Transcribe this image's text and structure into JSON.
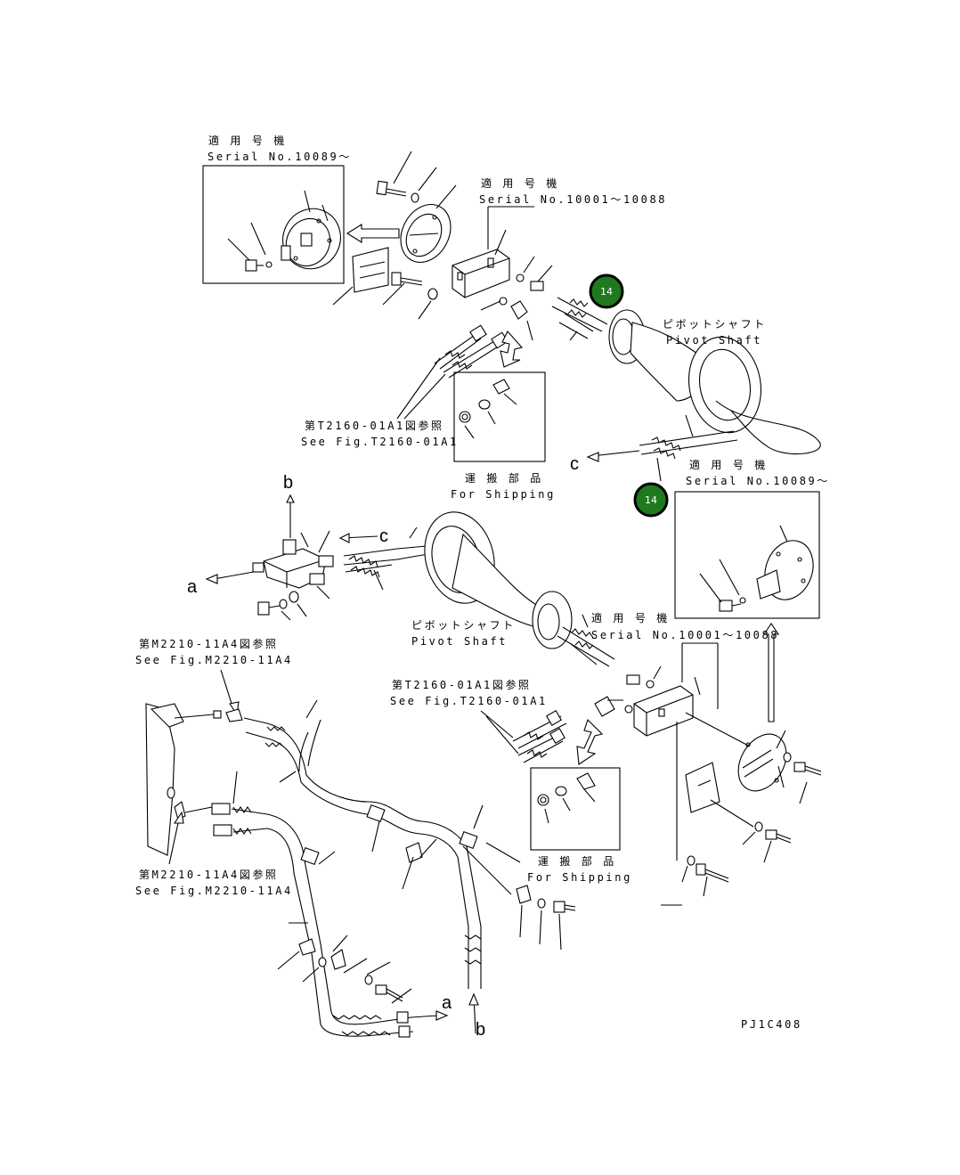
{
  "labels": {
    "serial_tl_jp": "適 用 号 機",
    "serial_tl_en": "Serial No.10089～",
    "serial_tm_jp": "適 用 号 機",
    "serial_tm_en": "Serial No.10001～10088",
    "pivot_top_jp": "ピボットシャフト",
    "pivot_top_en": "Pivot Shaft",
    "see_top_jp": "第T2160-01A1図参照",
    "see_top_en": "See Fig.T2160-01A1",
    "ship_top_jp": "運 搬 部 品",
    "ship_top_en": "For Shipping",
    "serial_rm_jp": "適 用 号 機",
    "serial_rm_en": "Serial No.10089～",
    "pivot_mid_jp": "ピボットシャフト",
    "pivot_mid_en": "Pivot Shaft",
    "serial_mid_jp": "適 用 号 機",
    "serial_mid_en": "Serial No.10001～10088",
    "see_mid_jp": "第T2160-01A1図参照",
    "see_mid_en": "See Fig.T2160-01A1",
    "ship_mid_jp": "運 搬 部 品",
    "ship_mid_en": "For Shipping",
    "see_m1_jp": "第M2210-11A4図参照",
    "see_m1_en": "See Fig.M2210-11A4",
    "see_m2_jp": "第M2210-11A4図参照",
    "see_m2_en": "See Fig.M2210-11A4",
    "code": "PJ1C408"
  },
  "arrows": {
    "a": "a",
    "b": "b",
    "c": "c"
  },
  "callouts": [
    {
      "id": "callout-14-top",
      "text": "14"
    },
    {
      "id": "callout-14-mid",
      "text": "14"
    }
  ],
  "colors": {
    "callout_fill": "#1f7a1f",
    "callout_text": "#ffffff",
    "line": "#000000",
    "background": "#ffffff"
  }
}
